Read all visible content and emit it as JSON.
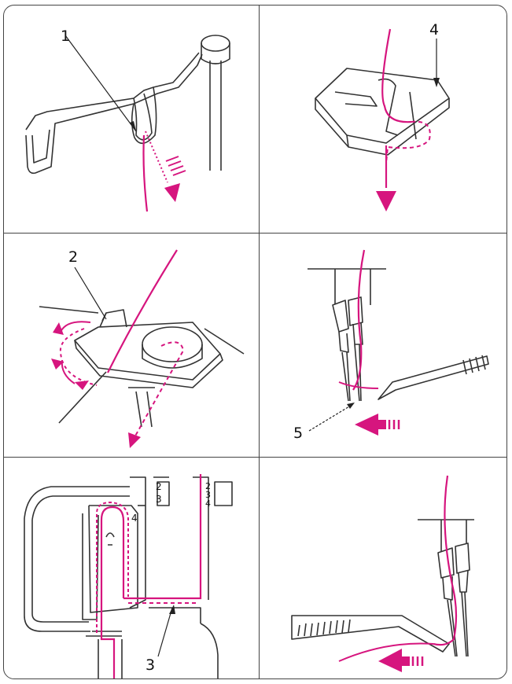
{
  "colors": {
    "thread": "#d6157e",
    "line": "#333333",
    "frame": "#444444"
  },
  "callouts": {
    "guide": "1",
    "tension": "2",
    "path": "3",
    "foot": "4",
    "needle": "5"
  },
  "machine_labels": {
    "d1": "2",
    "d2": "3",
    "d3": "4",
    "e1": "2",
    "e2": "3",
    "e3": "4"
  }
}
